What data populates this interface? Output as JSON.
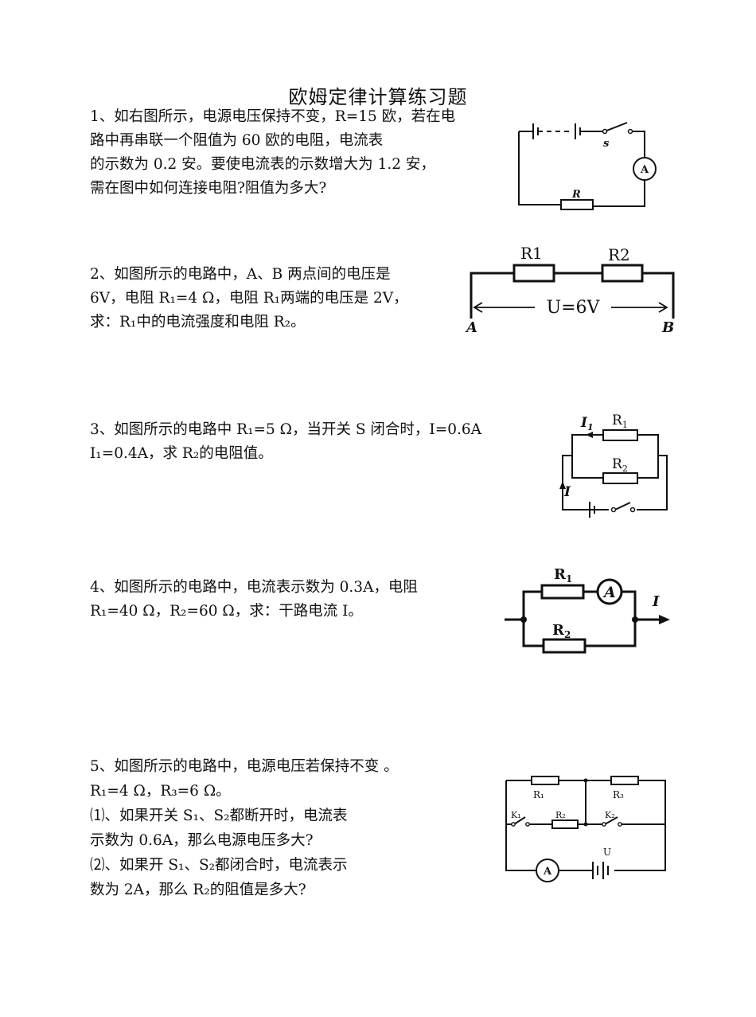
{
  "title": "欧姆定律计算练习题",
  "questions": [
    {
      "lines": [
        "1、如右图所示，电源电压保持不变，R=15 欧，若在电",
        "路中再串联一个阻值为 60 欧的电阻，电流表",
        "的示数为 0.2 安。要使电流表的示数增大为 1.2 安，",
        "需在图中如何连接电阻?阻值为多大?"
      ],
      "figure": {
        "switch": "s",
        "ammeter": "A",
        "resistor": "R"
      }
    },
    {
      "lines": [
        "2、如图所示的电路中，A、B 两点间的电压是",
        "6V，电阻 R₁=4 Ω，电阻 R₁两端的电压是 2V，",
        "求：R₁中的电流强度和电阻 R₂。"
      ],
      "figure": {
        "r1": "R1",
        "r2": "R2",
        "voltage": "U=6V",
        "a": "A",
        "b": "B"
      }
    },
    {
      "lines": [
        "3、如图所示的电路中 R₁=5 Ω，当开关 S 闭合时，I=0.6A",
        "I₁=0.4A，求 R₂的电阻值。"
      ],
      "figure": {
        "i1": "I",
        "i1_sub": "1",
        "r1": "R",
        "r1_sub": "1",
        "r2": "R",
        "r2_sub": "2",
        "i": "I"
      }
    },
    {
      "lines": [
        "4、如图所示的电路中，电流表示数为 0.3A，电阻",
        "R₁=40 Ω，R₂=60 Ω，求：干路电流 I。"
      ],
      "figure": {
        "r1": "R",
        "r1_sub": "1",
        "r2": "R",
        "r2_sub": "2",
        "ammeter": "A",
        "i": "I"
      }
    },
    {
      "lines": [
        "5、如图所示的电路中，电源电压若保持不变 。",
        "R₁=4 Ω，R₃=6 Ω。",
        "⑴、如果开关 S₁、S₂都断开时，电流表",
        "示数为 0.6A，那么电源电压多大?",
        "⑵、如果开 S₁、S₂都闭合时，电流表示",
        "数为 2A，那么 R₂的阻值是多大?"
      ],
      "figure": {
        "r1": "R₁",
        "r3": "R₃",
        "k1": "K₁",
        "r2": "R₂",
        "k2": "K₂",
        "u": "U",
        "ammeter": "A"
      }
    }
  ]
}
